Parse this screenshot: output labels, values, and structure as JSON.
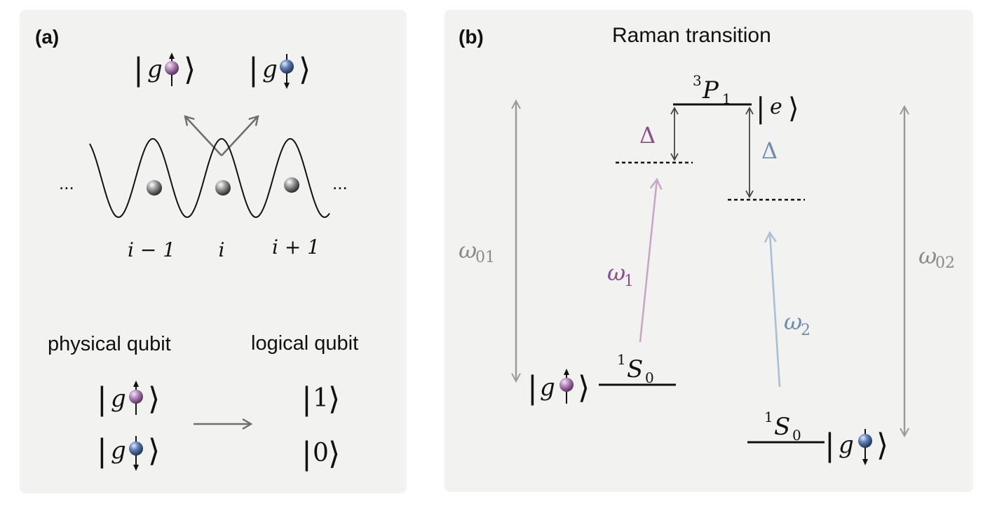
{
  "colors": {
    "panel_bg": "#f2f2f0",
    "ink": "#111111",
    "gray_arrow": "#9a9a9a",
    "dark_arrow": "#555555",
    "purple": "#8c4d8a",
    "purple_light": "#c8a6c6",
    "blue": "#6f8bb0",
    "blue_light": "#a9c0d8",
    "sphere_purple": "#b487bb",
    "sphere_blue": "#5f7fb6",
    "sphere_gray": "#9a9a9a"
  },
  "panel_a": {
    "tag": "(a)",
    "ket_letter": "g",
    "dots": "...",
    "site_labels": {
      "left": "i − 1",
      "center": "i",
      "right": "i + 1"
    },
    "physical_label": "physical qubit",
    "logical_label": "logical qubit",
    "logical_one": "1",
    "logical_zero": "0"
  },
  "panel_b": {
    "tag": "(b)",
    "title": "Raman transition",
    "excited_term": {
      "pre": "3",
      "letter": "P",
      "sub": "1"
    },
    "ground_term": {
      "pre": "1",
      "letter": "S",
      "sub": "0"
    },
    "excited_ket": "e",
    "ket_letter": "g",
    "detuning": "Δ",
    "omega": "ω",
    "omega01_sub": "01",
    "omega02_sub": "02",
    "omega1_sub": "1",
    "omega2_sub": "2"
  }
}
